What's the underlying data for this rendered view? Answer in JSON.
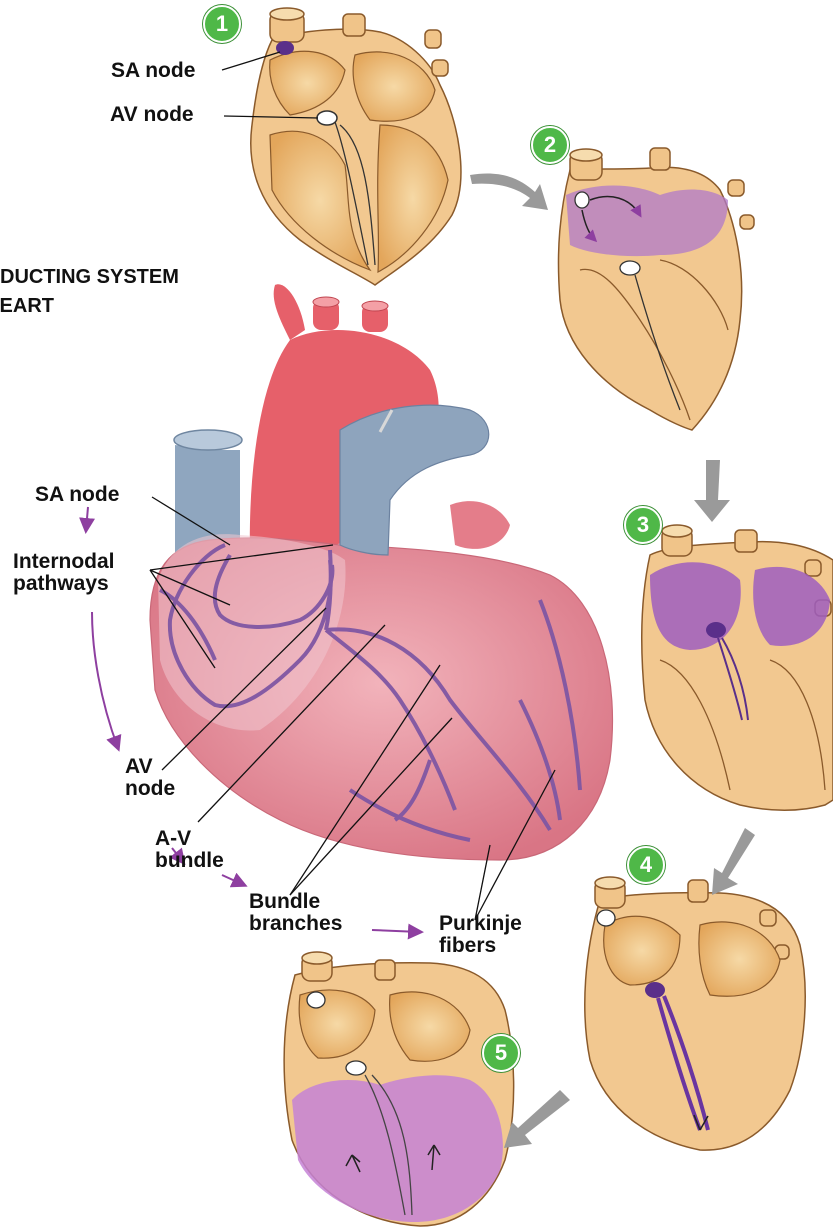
{
  "title": {
    "line1": "DUCTING SYSTEM",
    "line2": "IEART"
  },
  "steps": [
    "1",
    "2",
    "3",
    "4",
    "5"
  ],
  "labels": {
    "step1_sa_node": "SA node",
    "step1_av_node": "AV node",
    "sa_node": "SA node",
    "internodal": "Internodal\npathways",
    "av_node": "AV\nnode",
    "av_bundle": "A-V\nbundle",
    "bundle_branches": "Bundle\nbranches",
    "purkinje": "Purkinje\nfibers"
  },
  "colors": {
    "badge": "#4fb848",
    "heart_pink": "#e98e9c",
    "aorta_red": "#e6606a",
    "vein_blue": "#8fa6bf",
    "chamber_tan": "#e9b56b",
    "conduction_purple": "#8e4fa9",
    "arrow_gray": "#9a9a9a"
  }
}
